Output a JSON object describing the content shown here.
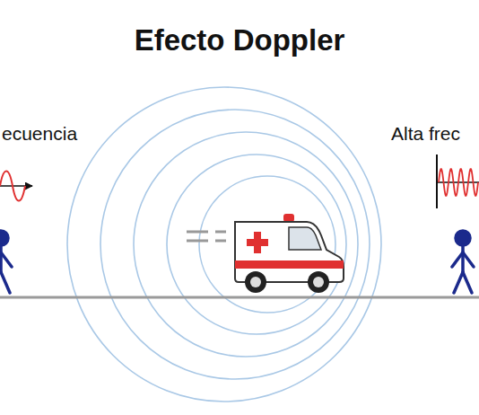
{
  "diagram": {
    "title": "Efecto Doppler",
    "labels": [
      "ecuencia",
      "Alta frec"
    ]
  }
}
